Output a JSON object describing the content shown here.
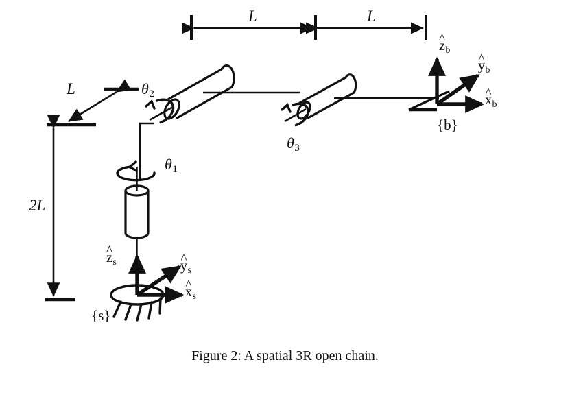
{
  "figure": {
    "caption": "Figure 2: A spatial 3R open chain.",
    "background_color": "#ffffff",
    "stroke_color": "#111111"
  },
  "dimensions": {
    "top_left": {
      "symbol": "L"
    },
    "top_right": {
      "symbol": "L"
    },
    "left_diagonal": {
      "symbol": "L"
    },
    "left_vertical": {
      "symbol": "2L"
    }
  },
  "joints": [
    {
      "id": "joint1",
      "label": "θ",
      "subscript": "1",
      "type": "revolute",
      "axis": "vertical"
    },
    {
      "id": "joint2",
      "label": "θ",
      "subscript": "2",
      "type": "revolute",
      "axis": "diagonal"
    },
    {
      "id": "joint3",
      "label": "θ",
      "subscript": "3",
      "type": "revolute",
      "axis": "diagonal"
    }
  ],
  "frames": {
    "space": {
      "name": "{s}",
      "axes": [
        {
          "id": "zs",
          "letter": "z",
          "subscript": "s",
          "direction": "up"
        },
        {
          "id": "ys",
          "letter": "y",
          "subscript": "s",
          "direction": "up-right"
        },
        {
          "id": "xs",
          "letter": "x",
          "subscript": "s",
          "direction": "right"
        }
      ]
    },
    "body": {
      "name": "{b}",
      "axes": [
        {
          "id": "zb",
          "letter": "z",
          "subscript": "b",
          "direction": "up"
        },
        {
          "id": "yb",
          "letter": "y",
          "subscript": "b",
          "direction": "up-right"
        },
        {
          "id": "xb",
          "letter": "x",
          "subscript": "b",
          "direction": "right"
        }
      ]
    }
  }
}
